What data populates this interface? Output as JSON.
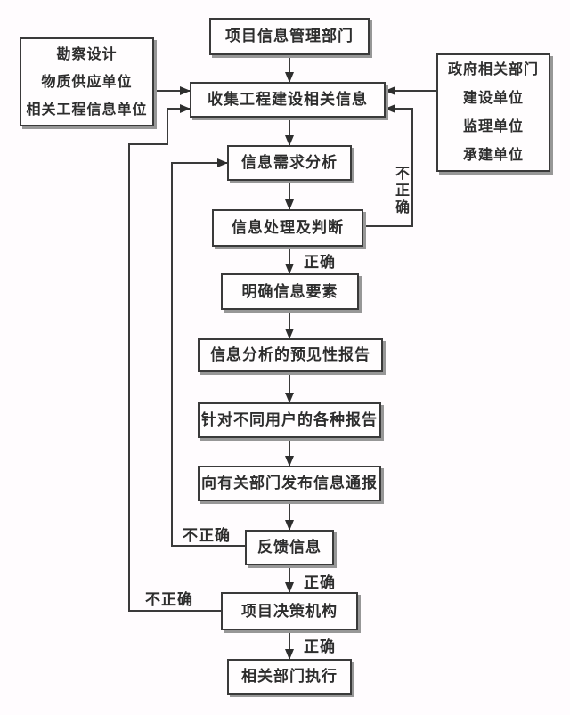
{
  "diagram": {
    "type": "flowchart",
    "nodes": [
      {
        "id": "project-info-dept",
        "lines": [
          "项目信息管理部门"
        ]
      },
      {
        "id": "survey-sources",
        "lines": [
          "勘察设计",
          "物质供应单位",
          "相关工程信息单位"
        ]
      },
      {
        "id": "government-sources",
        "lines": [
          "政府相关部门",
          "建设单位",
          "监理单位",
          "承建单位"
        ]
      },
      {
        "id": "collect-info",
        "lines": [
          "收集工程建设相关信息"
        ]
      },
      {
        "id": "demand-analysis",
        "lines": [
          "信息需求分析"
        ]
      },
      {
        "id": "process-judge",
        "lines": [
          "信息处理及判断"
        ]
      },
      {
        "id": "clarify-elements",
        "lines": [
          "明确信息要素"
        ]
      },
      {
        "id": "predictive-report",
        "lines": [
          "信息分析的预见性报告"
        ]
      },
      {
        "id": "user-reports",
        "lines": [
          "针对不同用户的各种报告"
        ]
      },
      {
        "id": "publish-bulletin",
        "lines": [
          "向有关部门发布信息通报"
        ]
      },
      {
        "id": "feedback-info",
        "lines": [
          "反馈信息"
        ]
      },
      {
        "id": "decision-body",
        "lines": [
          "项目决策机构"
        ]
      },
      {
        "id": "execute-dept",
        "lines": [
          "相关部门执行"
        ]
      }
    ],
    "edges": [
      {
        "from": "project-info-dept",
        "to": "collect-info",
        "label": ""
      },
      {
        "from": "survey-sources",
        "to": "collect-info",
        "label": ""
      },
      {
        "from": "government-sources",
        "to": "collect-info",
        "label": ""
      },
      {
        "from": "collect-info",
        "to": "demand-analysis",
        "label": ""
      },
      {
        "from": "demand-analysis",
        "to": "process-judge",
        "label": ""
      },
      {
        "from": "process-judge",
        "to": "clarify-elements",
        "label": "正确"
      },
      {
        "from": "clarify-elements",
        "to": "predictive-report",
        "label": ""
      },
      {
        "from": "predictive-report",
        "to": "user-reports",
        "label": ""
      },
      {
        "from": "user-reports",
        "to": "publish-bulletin",
        "label": ""
      },
      {
        "from": "publish-bulletin",
        "to": "feedback-info",
        "label": ""
      },
      {
        "from": "feedback-info",
        "to": "decision-body",
        "label": "正确"
      },
      {
        "from": "decision-body",
        "to": "execute-dept",
        "label": "正确"
      },
      {
        "from": "process-judge",
        "to": "collect-info",
        "label": "不正确"
      },
      {
        "from": "feedback-info",
        "to": "demand-analysis",
        "label": "不正确"
      },
      {
        "from": "decision-body",
        "to": "collect-info",
        "label": "不正确"
      }
    ],
    "edge_labels": [
      {
        "text": "正确",
        "edge": "process-judge→clarify-elements"
      },
      {
        "text": "正确",
        "edge": "feedback-info→decision-body"
      },
      {
        "text": "正确",
        "edge": "decision-body→execute-dept"
      },
      {
        "text": "不正确",
        "edge": "process-judge→collect-info"
      },
      {
        "text": "不正确",
        "edge": "feedback-info→demand-analysis"
      },
      {
        "text": "不正确",
        "edge": "decision-body→collect-info"
      }
    ],
    "colors": {
      "background": "#fffcfe",
      "box_fill": "#fffdfe",
      "box_border": "#3a3a3a",
      "line": "#3a3a3a",
      "shadow": "#979797",
      "text": "#2d2d2d"
    }
  }
}
